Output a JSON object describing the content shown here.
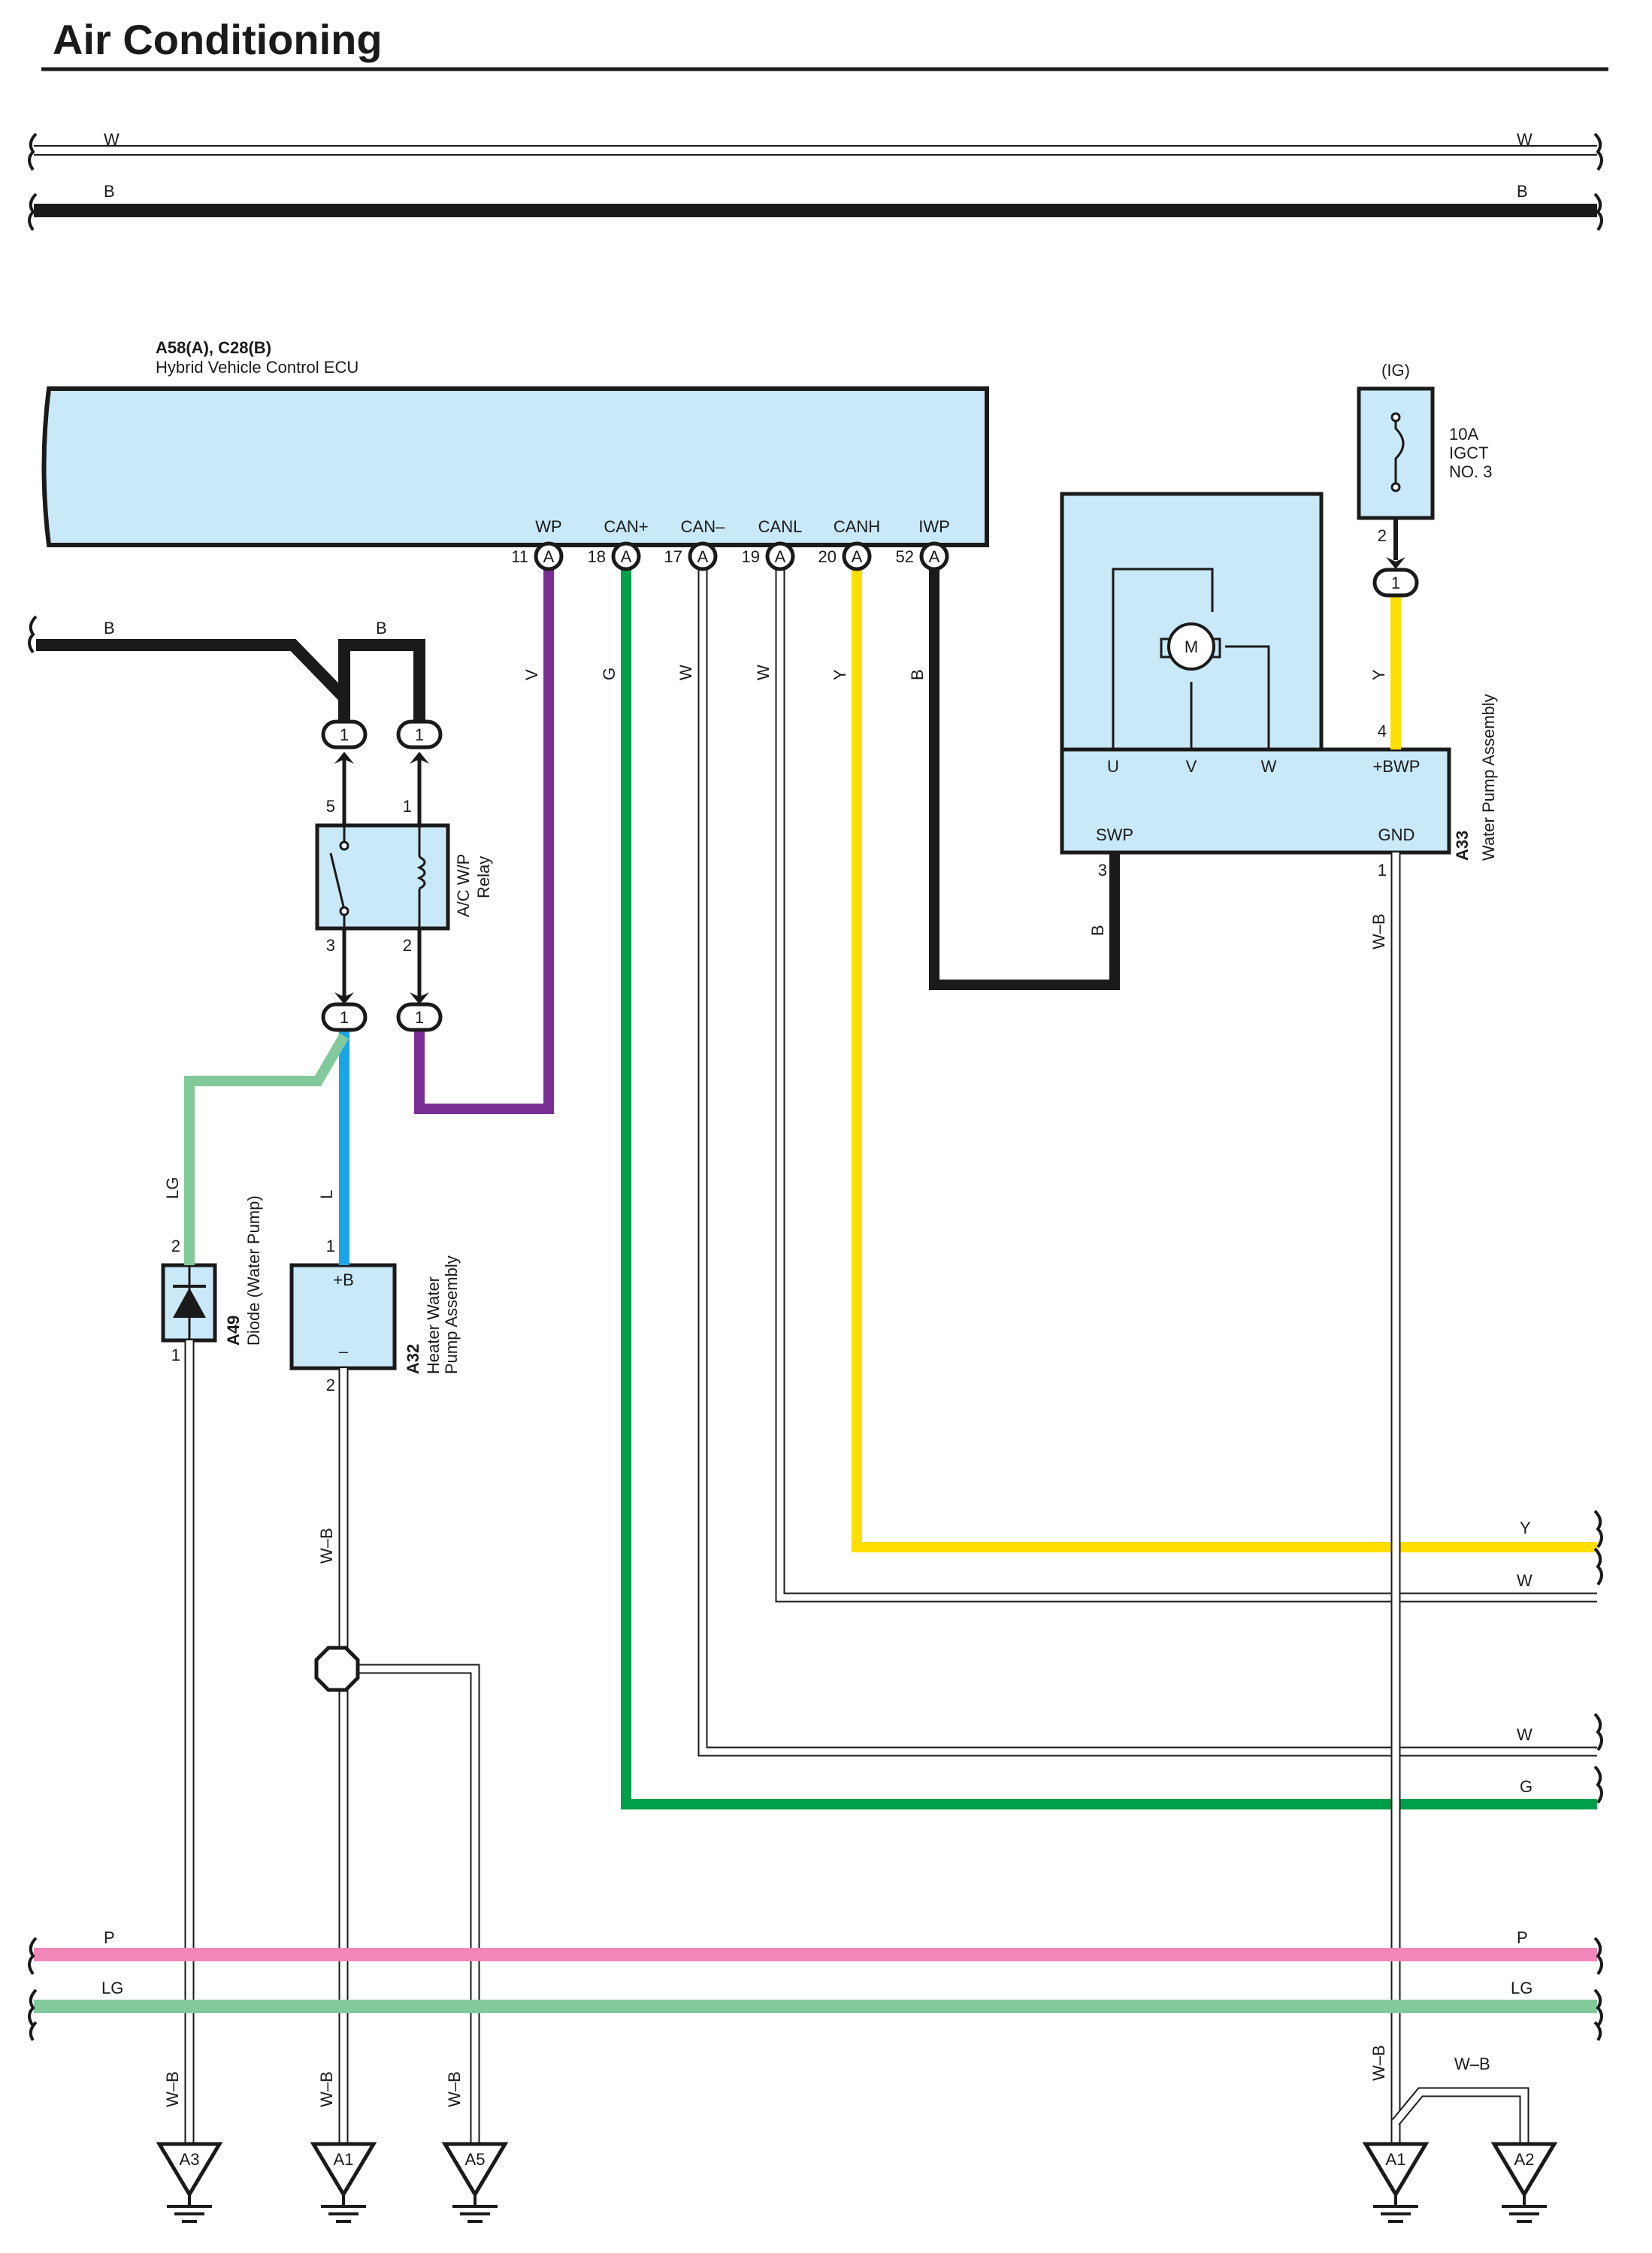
{
  "title": "Air Conditioning",
  "colors": {
    "W": "#ffffff",
    "B": "#1a1a1a",
    "V": "#7a2f95",
    "G": "#00a04b",
    "Y": "#ffde00",
    "L": "#1aa6e6",
    "LG": "#82c99b",
    "P": "#f186b9",
    "component_fill": "#c9e8f8"
  },
  "buses": {
    "w": "W",
    "b": "B",
    "p": "P",
    "lg": "LG"
  },
  "ecu": {
    "ref": "A58(A), C28(B)",
    "name": "Hybrid Vehicle Control ECU",
    "pins": [
      {
        "name": "WP",
        "num": "11",
        "conn": "A",
        "wire": "V"
      },
      {
        "name": "CAN+",
        "num": "18",
        "conn": "A",
        "wire": "G"
      },
      {
        "name": "CAN–",
        "num": "17",
        "conn": "A",
        "wire": "W"
      },
      {
        "name": "CANL",
        "num": "19",
        "conn": "A",
        "wire": "W"
      },
      {
        "name": "CANH",
        "num": "20",
        "conn": "A",
        "wire": "Y"
      },
      {
        "name": "IWP",
        "num": "52",
        "conn": "A",
        "wire": "B"
      }
    ]
  },
  "relay": {
    "name": "A/C W/P",
    "name2": "Relay",
    "pins": [
      "5",
      "1",
      "3",
      "2"
    ],
    "wire_in": "B",
    "wire_in2": "B",
    "connector": "1"
  },
  "fuse": {
    "group": "(IG)",
    "rating": "10A",
    "name1": "IGCT",
    "name2": "NO. 3",
    "pin": "2",
    "connector": "1"
  },
  "water_pump": {
    "ref": "A33",
    "name": "Water Pump Assembly",
    "motor": "M",
    "terminals": [
      "U",
      "V",
      "W",
      "+BWP",
      "SWP",
      "GND"
    ],
    "pins": {
      "bwp": "4",
      "swp": "3",
      "gnd": "1"
    },
    "wires": {
      "bwp": "Y",
      "swp": "B",
      "gnd": "W–B"
    }
  },
  "diode": {
    "ref": "A49",
    "name": "Diode (Water Pump)",
    "pin_top": "2",
    "pin_bottom": "1",
    "wire_top": "LG"
  },
  "heater_pump": {
    "ref": "A32",
    "name1": "Heater Water",
    "name2": "Pump Assembly",
    "pin_top": "1",
    "pin_bottom": "2",
    "term_plus": "+B",
    "term_minus": "–",
    "wire_top": "L",
    "wire_bottom": "W–B"
  },
  "right_labels": {
    "y": "Y",
    "w1": "W",
    "w2": "W",
    "g": "G"
  },
  "ground_wire": "W–B",
  "grounds": [
    "A3",
    "A1",
    "A5",
    "A1",
    "A2"
  ]
}
